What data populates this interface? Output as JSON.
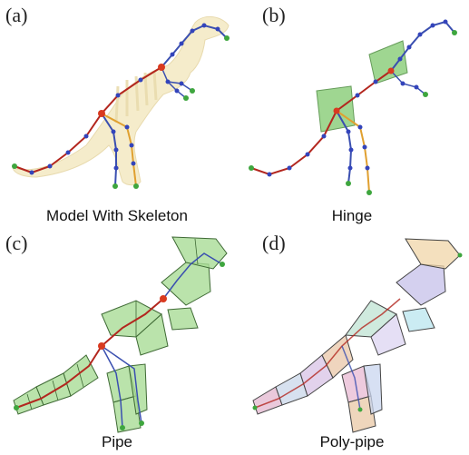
{
  "panels": [
    {
      "tag": "(a)",
      "caption": "Model With Skeleton"
    },
    {
      "tag": "(b)",
      "caption": "Hinge"
    },
    {
      "tag": "(c)",
      "caption": "Pipe"
    },
    {
      "tag": "(d)",
      "caption": "Poly-pipe"
    }
  ],
  "colors": {
    "bone_red": "#b3261e",
    "bone_blue": "#3a4fb0",
    "bone_orange": "#e0a030",
    "joint_red": "#d93a20",
    "joint_blue": "#3344bb",
    "joint_green": "#3ea63e",
    "hull_green": "#8fcf7e",
    "skin": "#f3e7bf"
  }
}
